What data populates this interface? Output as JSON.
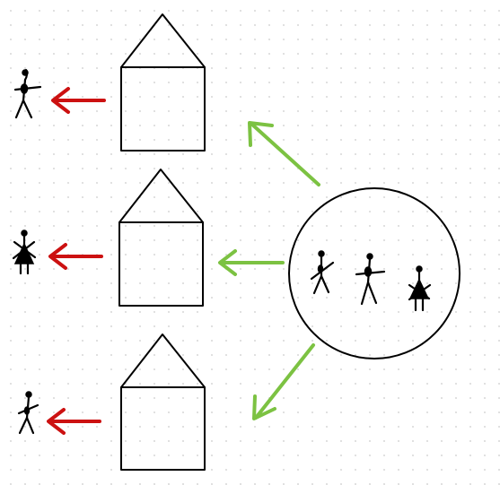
{
  "diagram": {
    "background": "#ffffff",
    "grid_dot_color": "#d9d9d9",
    "line_color": "#000000",
    "colors": {
      "outgoing_arrow": "#7cc242",
      "resident_arrow": "#cc1111"
    },
    "group": {
      "shape": "circle",
      "people": [
        "person-man",
        "person-man",
        "person-woman"
      ]
    },
    "houses": [
      {
        "resident": "person-man"
      },
      {
        "resident": "person-woman"
      },
      {
        "resident": "person-man"
      }
    ]
  }
}
